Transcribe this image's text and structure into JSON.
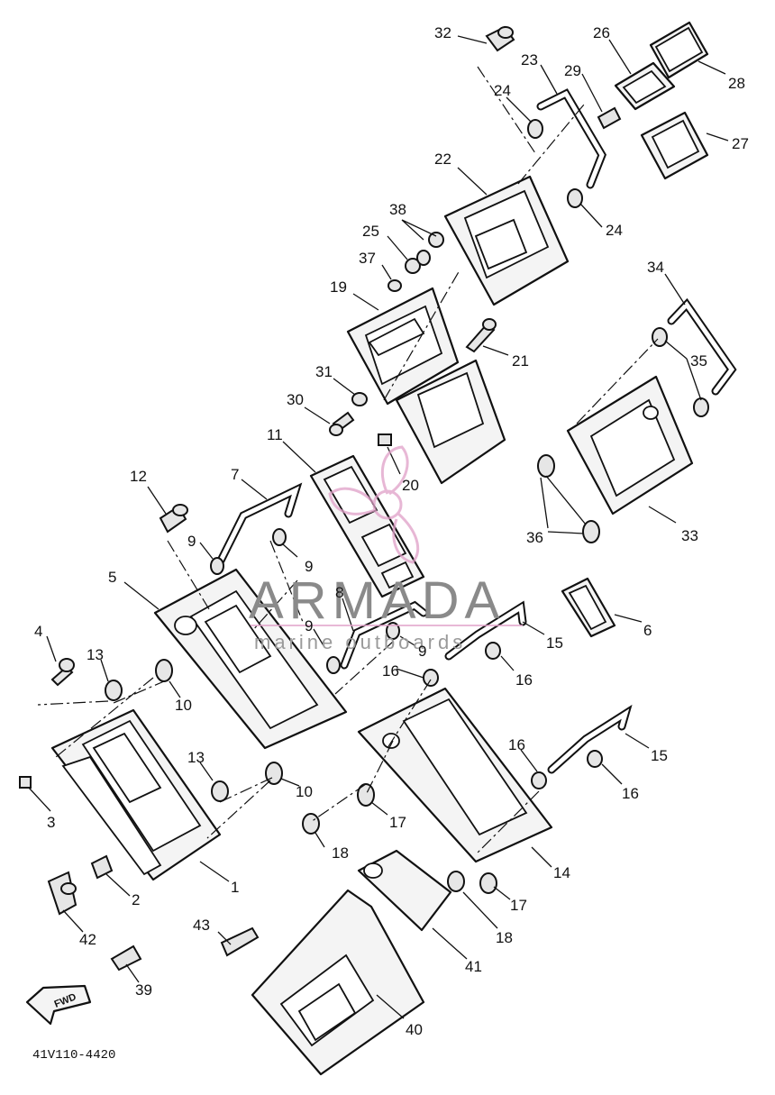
{
  "callouts": [
    {
      "id": "32",
      "text": "32"
    },
    {
      "id": "23",
      "text": "23"
    },
    {
      "id": "26",
      "text": "26"
    },
    {
      "id": "29",
      "text": "29"
    },
    {
      "id": "28",
      "text": "28"
    },
    {
      "id": "24a",
      "text": "24"
    },
    {
      "id": "27",
      "text": "27"
    },
    {
      "id": "22",
      "text": "22"
    },
    {
      "id": "24b",
      "text": "24"
    },
    {
      "id": "38",
      "text": "38"
    },
    {
      "id": "25",
      "text": "25"
    },
    {
      "id": "37",
      "text": "37"
    },
    {
      "id": "34",
      "text": "34"
    },
    {
      "id": "19",
      "text": "19"
    },
    {
      "id": "21",
      "text": "21"
    },
    {
      "id": "35",
      "text": "35"
    },
    {
      "id": "31",
      "text": "31"
    },
    {
      "id": "30",
      "text": "30"
    },
    {
      "id": "11",
      "text": "11"
    },
    {
      "id": "20",
      "text": "20"
    },
    {
      "id": "12",
      "text": "12"
    },
    {
      "id": "7",
      "text": "7"
    },
    {
      "id": "36",
      "text": "36"
    },
    {
      "id": "33",
      "text": "33"
    },
    {
      "id": "9a",
      "text": "9"
    },
    {
      "id": "9b",
      "text": "9"
    },
    {
      "id": "5",
      "text": "5"
    },
    {
      "id": "8",
      "text": "8"
    },
    {
      "id": "6",
      "text": "6"
    },
    {
      "id": "4",
      "text": "4"
    },
    {
      "id": "9c",
      "text": "9"
    },
    {
      "id": "15a",
      "text": "15"
    },
    {
      "id": "13a",
      "text": "13"
    },
    {
      "id": "9d",
      "text": "9"
    },
    {
      "id": "16a",
      "text": "16"
    },
    {
      "id": "16b",
      "text": "16"
    },
    {
      "id": "10a",
      "text": "10"
    },
    {
      "id": "16c",
      "text": "16"
    },
    {
      "id": "15b",
      "text": "15"
    },
    {
      "id": "13b",
      "text": "13"
    },
    {
      "id": "16d",
      "text": "16"
    },
    {
      "id": "10b",
      "text": "10"
    },
    {
      "id": "3",
      "text": "3"
    },
    {
      "id": "17a",
      "text": "17"
    },
    {
      "id": "18a",
      "text": "18"
    },
    {
      "id": "1",
      "text": "1"
    },
    {
      "id": "14",
      "text": "14"
    },
    {
      "id": "2",
      "text": "2"
    },
    {
      "id": "17b",
      "text": "17"
    },
    {
      "id": "18b",
      "text": "18"
    },
    {
      "id": "42",
      "text": "42"
    },
    {
      "id": "43",
      "text": "43"
    },
    {
      "id": "41",
      "text": "41"
    },
    {
      "id": "39",
      "text": "39"
    },
    {
      "id": "40",
      "text": "40"
    }
  ],
  "fwd_label": "FWD",
  "diagram_code": "41V110-4420",
  "watermark": {
    "title": "ARMADA",
    "subtitle": "marine outboards",
    "color": "#e0a0c8"
  }
}
